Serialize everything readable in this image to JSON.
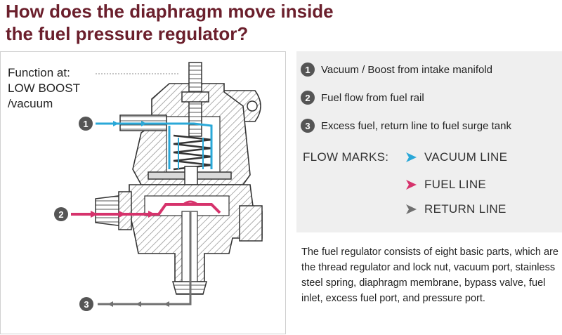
{
  "title": {
    "line1": "How does the diaphragm move inside",
    "line2": "the fuel pressure regulator?"
  },
  "diagram": {
    "function_label": [
      "Function at:",
      "LOW BOOST",
      "/vacuum"
    ],
    "callouts": [
      "1",
      "2",
      "3"
    ]
  },
  "legend": {
    "items": [
      {
        "number": "1",
        "text": "Vacuum / Boost from intake manifold"
      },
      {
        "number": "2",
        "text": "Fuel flow from fuel rail"
      },
      {
        "number": "3",
        "text": "Excess fuel, return line to fuel surge tank"
      }
    ],
    "flow_marks_title": "FLOW MARKS:",
    "flow_marks": [
      {
        "label": "VACUUM LINE",
        "color": "#2aa8d8"
      },
      {
        "label": "FUEL LINE",
        "color": "#d6336c"
      },
      {
        "label": "RETURN LINE",
        "color": "#707070"
      }
    ]
  },
  "description": "The fuel regulator consists of eight basic parts, which are the thread regulator and lock nut, vacuum port, stainless steel spring, diaphragm membrane, bypass valve, fuel inlet, excess fuel port, and pressure port."
}
